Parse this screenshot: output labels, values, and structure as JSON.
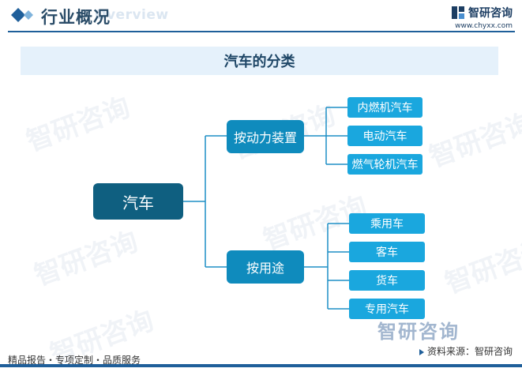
{
  "header": {
    "title": "行业概况",
    "subtitle_en": "Overview",
    "brand_name": "智研咨询",
    "brand_url": "www.chyxx.com"
  },
  "chart_title": "汽车的分类",
  "diagram": {
    "root": "汽车",
    "branches": [
      {
        "label": "按动力装置",
        "children": [
          "内燃机汽车",
          "电动汽车",
          "燃气轮机汽车"
        ]
      },
      {
        "label": "按用途",
        "children": [
          "乘用车",
          "客车",
          "货车",
          "专用汽车"
        ]
      }
    ]
  },
  "watermark": "智研咨询",
  "footer": {
    "left": "精品报告・专项定制・品质服务",
    "source": "资料来源：智研咨询"
  },
  "colors": {
    "root": "#0f5f80",
    "mid": "#0f8bbd",
    "leaf": "#1aa7de",
    "connector": "#1e8fc5",
    "accent": "#1f5f9a"
  }
}
